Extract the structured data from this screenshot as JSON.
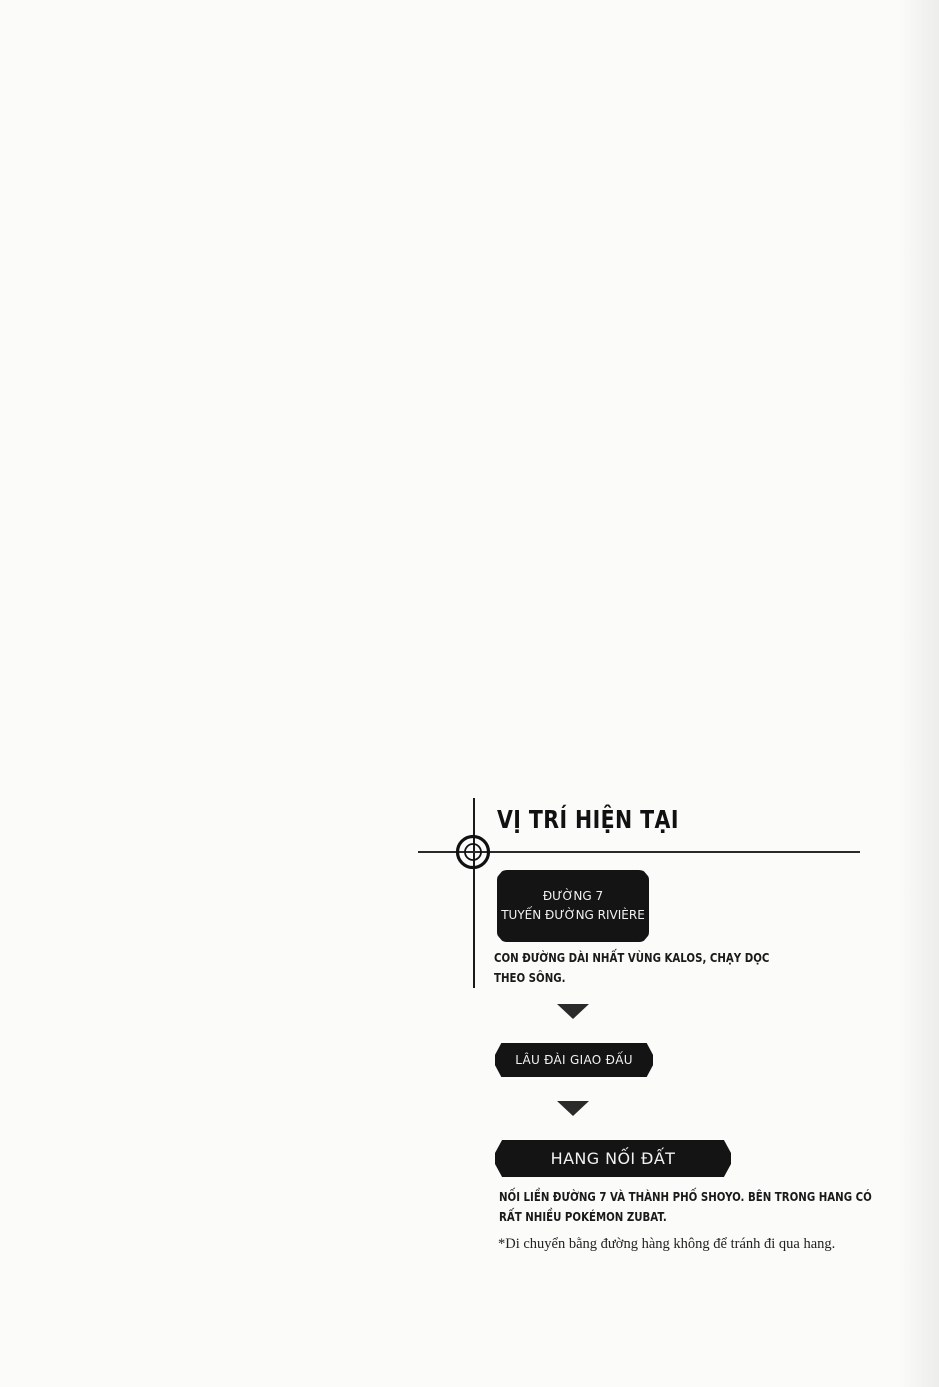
{
  "section": {
    "title": "VỊ TRÍ HIỆN TẠI",
    "icon": "crosshair-icon"
  },
  "route": [
    {
      "name_line1": "ĐƯỜNG 7",
      "name_line2": "TUYẾN ĐƯỜNG RIVIÈRE",
      "description": "CON ĐƯỜNG DÀI NHẤT VÙNG KALOS, CHẠY DỌC THEO SÔNG."
    },
    {
      "name_line1": "LÂU ĐÀI GIAO ĐẤU"
    },
    {
      "name_line1": "HANG NỐI ĐẤT",
      "description": "NỐI LIỀN ĐƯỜNG 7 VÀ THÀNH PHỐ SHOYO. BÊN TRONG HANG CÓ RẤT NHIỀU POKÉMON ZUBAT.",
      "note": "*Di chuyển bằng đường hàng không để tránh đi qua hang."
    }
  ],
  "colors": {
    "plate_bg": "#141414",
    "plate_text": "#f2f2f2",
    "paper": "#fbfbfa"
  }
}
